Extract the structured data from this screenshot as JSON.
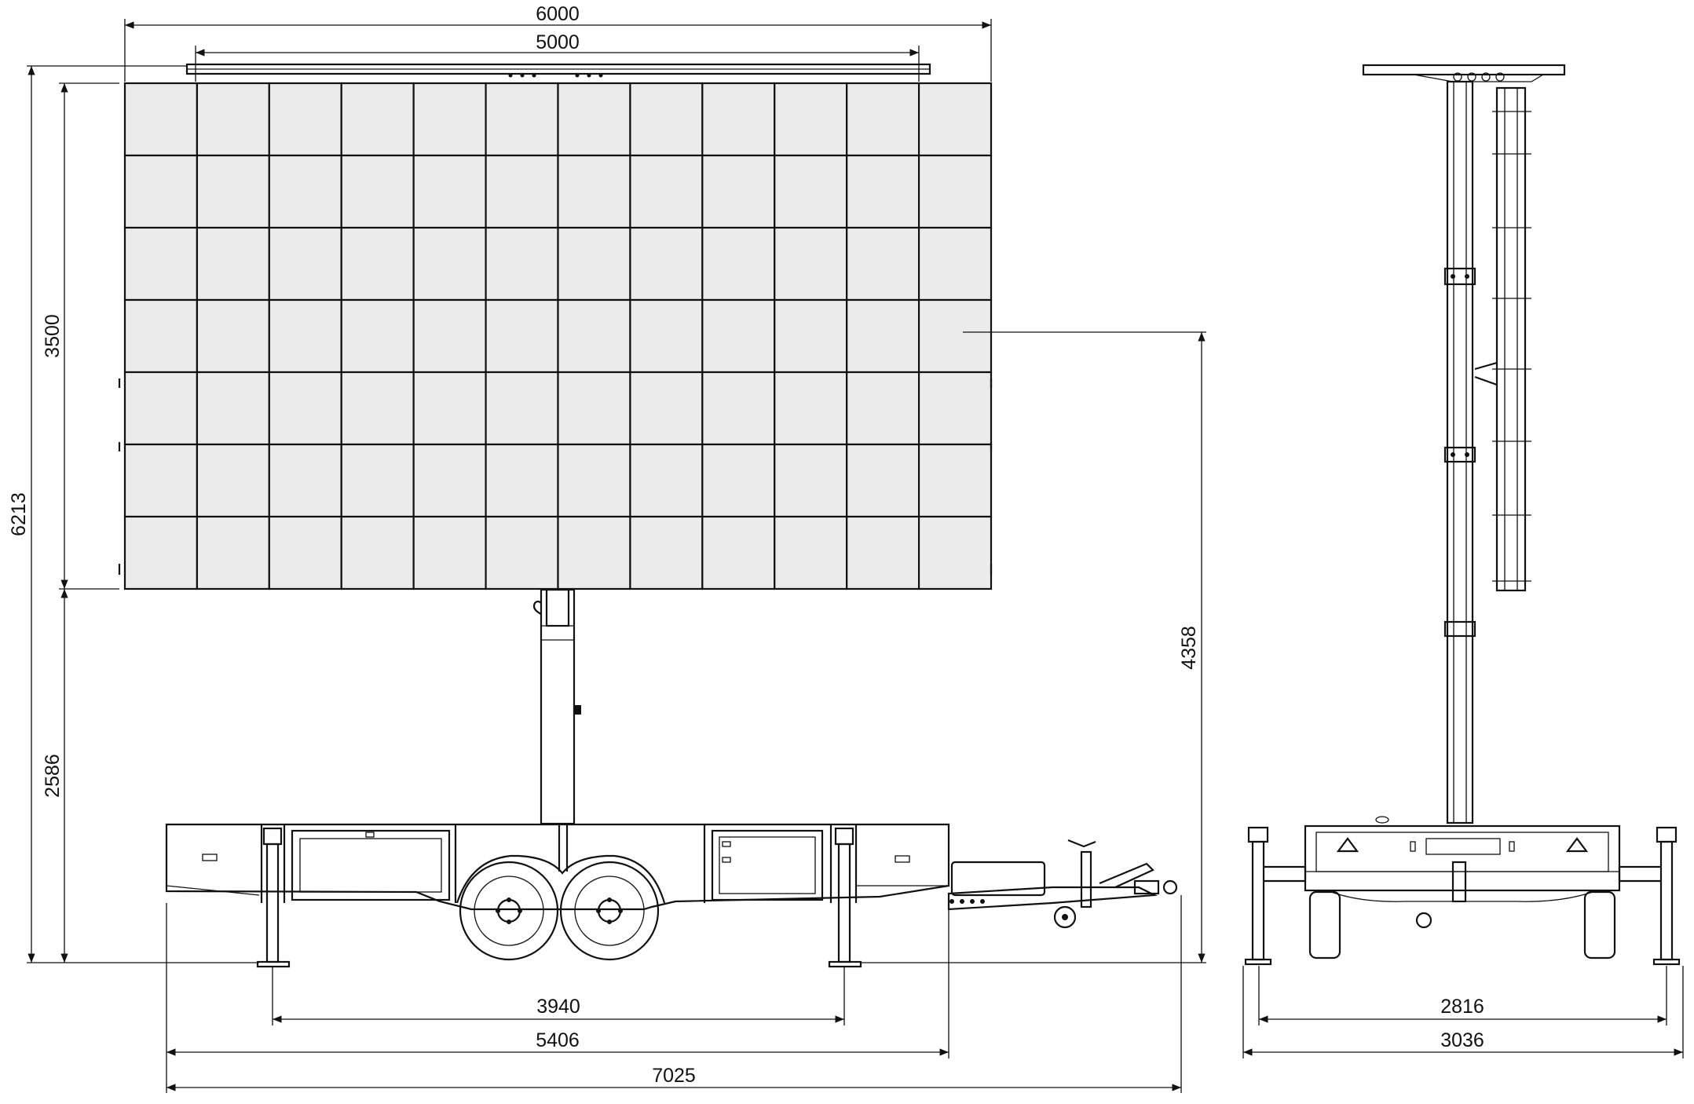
{
  "drawing": {
    "title": "",
    "dimensions": {
      "overall_screen_width": "6000",
      "panel_array_width": "5000",
      "screen_height": "3500",
      "overall_height": "6213",
      "ground_to_screen_bottom": "2586",
      "ground_to_screen_center": "4358",
      "outrigger_span_side": "3940",
      "chassis_length": "5406",
      "overall_length": "7025",
      "outrigger_span_rear": "2816",
      "overall_width_rear": "3036"
    },
    "views": [
      "side-view",
      "rear-view"
    ],
    "colors": {
      "line": "#111111",
      "panel_fill": "#ebebeb",
      "background": "#ffffff"
    },
    "screen_grid": {
      "columns": 12,
      "rows": 7
    }
  }
}
